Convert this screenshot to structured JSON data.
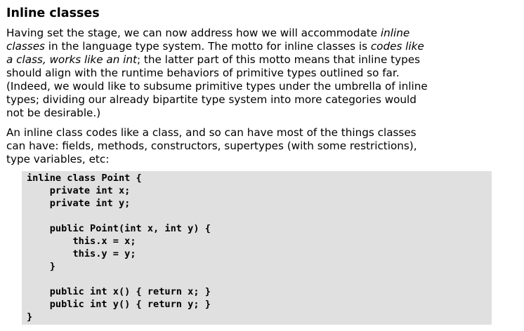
{
  "section": {
    "heading": "Inline classes"
  },
  "paragraph1": {
    "lines": [
      [
        {
          "t": "Having set the stage, we can now address how we will accommodate ",
          "i": false
        },
        {
          "t": "inline",
          "i": true
        }
      ],
      [
        {
          "t": "classes",
          "i": true
        },
        {
          "t": " in the language type system. The motto for inline classes is ",
          "i": false
        },
        {
          "t": "codes like",
          "i": true
        }
      ],
      [
        {
          "t": "a class, works like an int",
          "i": true
        },
        {
          "t": "; the latter part of this motto means that inline types",
          "i": false
        }
      ],
      [
        {
          "t": "should align with the runtime behaviors of primitive types outlined so far.",
          "i": false
        }
      ],
      [
        {
          "t": "(Indeed, we would like to subsume primitive types under the umbrella of inline",
          "i": false
        }
      ],
      [
        {
          "t": "types; dividing our already bipartite type system into more categories would",
          "i": false
        }
      ],
      [
        {
          "t": "not be desirable.)",
          "i": false
        }
      ]
    ]
  },
  "paragraph2": {
    "lines": [
      "An inline class codes like a class, and so can have most of the things classes",
      "can have: fields, methods, constructors, supertypes (with some restrictions),",
      "type variables, etc:"
    ]
  },
  "code_block": {
    "lines": [
      "inline class Point {",
      "    private int x;",
      "    private int y;",
      "",
      "    public Point(int x, int y) {",
      "        this.x = x;",
      "        this.y = y;",
      "    }",
      "",
      "    public int x() { return x; }",
      "    public int y() { return y; }",
      "}"
    ]
  }
}
